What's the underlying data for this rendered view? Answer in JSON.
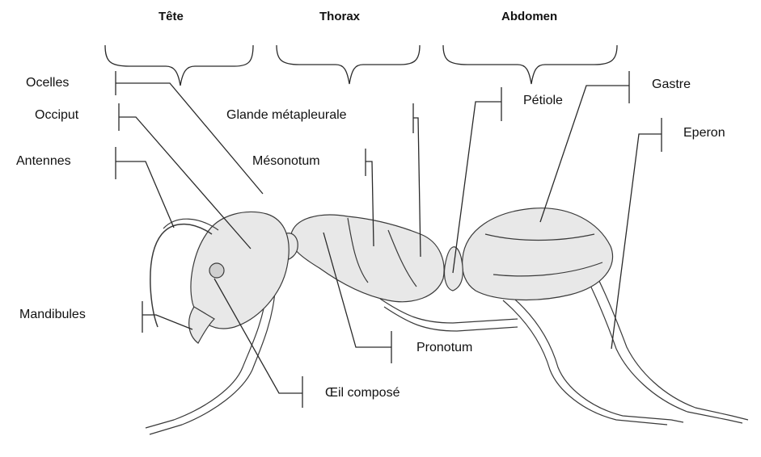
{
  "sections": {
    "head": "Tête",
    "thorax": "Thorax",
    "abdomen": "Abdomen"
  },
  "labels": {
    "ocelles": "Ocelles",
    "occiput": "Occiput",
    "antennes": "Antennes",
    "mandibules": "Mandibules",
    "glande": "Glande métapleurale",
    "mesonotum": "Mésonotum",
    "petiole": "Pétiole",
    "gastre": "Gastre",
    "eperon": "Eperon",
    "pronotum": "Pronotum",
    "oeil": "Œil composé"
  },
  "colors": {
    "ink": "#2a2a2a",
    "body_fill": "#e8e8e8",
    "background": "#ffffff"
  }
}
